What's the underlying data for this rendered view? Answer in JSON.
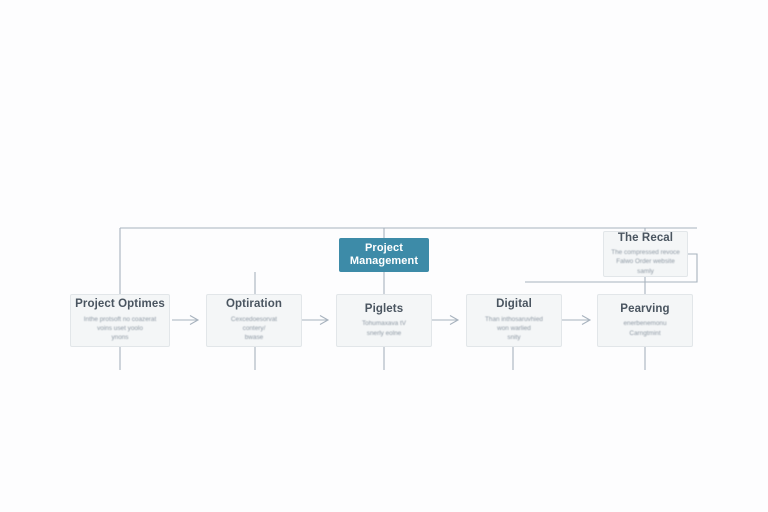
{
  "diagram": {
    "type": "flowchart",
    "orientation": "horizontal-bus-with-feedback",
    "background_color": "#fdfdfe",
    "accent_color": "#3d8ba8",
    "node_fill_color": "#f4f6f7",
    "node_border_color": "#e2e6e9",
    "connector_color": "#9aa7b4",
    "title_text_color": "#4a5560",
    "accent_text_color": "#ffffff"
  },
  "nodes": {
    "central": {
      "id": "project-management",
      "title_line1": "Project",
      "title_line2": "Management",
      "style": "accent"
    },
    "feedback": {
      "id": "the-recal",
      "title": "The Recal",
      "body": [
        "The compressed revoce",
        "Falwo Order website",
        "samly"
      ],
      "style": "light"
    },
    "steps": [
      {
        "id": "project-optimes",
        "title": "Project Optimes",
        "body": [
          "Inthe protsoft no coazerat",
          "voins uset yoolo",
          "ynons"
        ]
      },
      {
        "id": "optiration",
        "title": "Optiration",
        "body": [
          "Cexcedoesorvat",
          "contery/",
          "bwase"
        ]
      },
      {
        "id": "piglets",
        "title": "Piglets",
        "body": [
          "Tohumaxava tV",
          "snerly eolne"
        ]
      },
      {
        "id": "digital",
        "title": "Digital",
        "body": [
          "Than inthosaruvhied",
          "won  warlied",
          "snity"
        ]
      },
      {
        "id": "pearving",
        "title": "Pearving",
        "body": [
          "enerbenemonu",
          "Carngtmint"
        ]
      }
    ]
  },
  "connectors": {
    "bus_label": "horizontal-bus",
    "arrow_count": 4,
    "feedback_loop": "right-side-return-path"
  }
}
